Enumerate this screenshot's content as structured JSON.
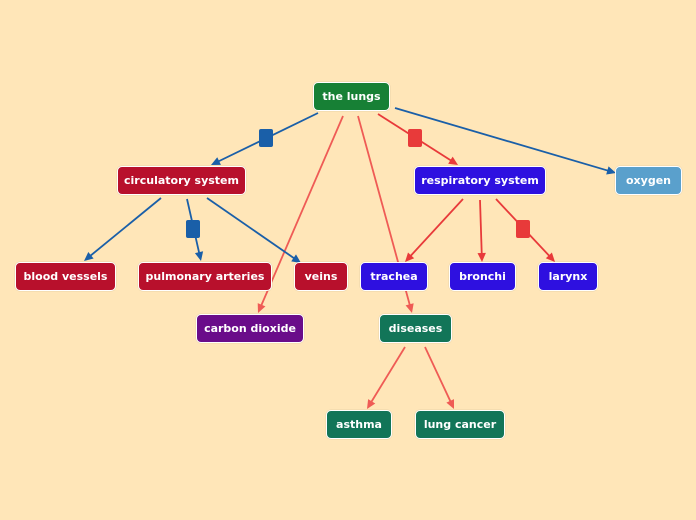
{
  "diagram": {
    "colors": {
      "background": "#ffe6b8",
      "root": "#178035",
      "circulatory": "#b8102c",
      "respiratory": "#2e10e0",
      "oxygen": "#5aa0cc",
      "carbon_dioxide": "#6a0c8a",
      "diseases": "#127558",
      "edge_blue": "#1a5fa8",
      "edge_red": "#e83a3a",
      "edge_salmon": "#ef5b55"
    },
    "nodes": {
      "root": {
        "label": "the lungs"
      },
      "circulatory": {
        "label": "circulatory system"
      },
      "respiratory": {
        "label": "respiratory system"
      },
      "oxygen": {
        "label": "oxygen"
      },
      "blood_vessels": {
        "label": "blood vessels"
      },
      "pulmonary_arteries": {
        "label": "pulmonary arteries"
      },
      "veins": {
        "label": "veins"
      },
      "trachea": {
        "label": "trachea"
      },
      "bronchi": {
        "label": "bronchi"
      },
      "larynx": {
        "label": "larynx"
      },
      "carbon_dioxide": {
        "label": "carbon dioxide"
      },
      "diseases": {
        "label": "diseases"
      },
      "asthma": {
        "label": "asthma"
      },
      "lung_cancer": {
        "label": "lung cancer"
      }
    },
    "edges": [
      {
        "from": "root",
        "to": "circulatory",
        "color": "edge_blue",
        "connector": true
      },
      {
        "from": "root",
        "to": "respiratory",
        "color": "edge_red",
        "connector": true
      },
      {
        "from": "root",
        "to": "oxygen",
        "color": "edge_blue",
        "connector": false
      },
      {
        "from": "root",
        "to": "carbon_dioxide",
        "color": "edge_salmon",
        "connector": false
      },
      {
        "from": "root",
        "to": "diseases",
        "color": "edge_salmon",
        "connector": false
      },
      {
        "from": "circulatory",
        "to": "blood_vessels",
        "color": "edge_blue",
        "connector": false
      },
      {
        "from": "circulatory",
        "to": "pulmonary_arteries",
        "color": "edge_blue",
        "connector": true
      },
      {
        "from": "circulatory",
        "to": "veins",
        "color": "edge_blue",
        "connector": false
      },
      {
        "from": "respiratory",
        "to": "trachea",
        "color": "edge_red",
        "connector": false
      },
      {
        "from": "respiratory",
        "to": "bronchi",
        "color": "edge_red",
        "connector": false
      },
      {
        "from": "respiratory",
        "to": "larynx",
        "color": "edge_red",
        "connector": true
      },
      {
        "from": "diseases",
        "to": "asthma",
        "color": "edge_salmon",
        "connector": false
      },
      {
        "from": "diseases",
        "to": "lung_cancer",
        "color": "edge_salmon",
        "connector": false
      }
    ]
  }
}
